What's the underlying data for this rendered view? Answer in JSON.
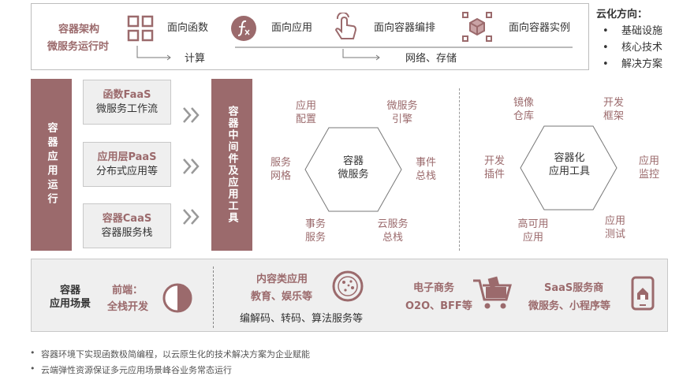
{
  "top": {
    "left_title_1": "容器架构",
    "left_title_2": "微服务运行时",
    "items": [
      "面向函数",
      "面向应用",
      "面向容器编排",
      "面向容器实例"
    ],
    "sub_compute": "计算",
    "sub_network": "网络、存储"
  },
  "cloud": {
    "title": "云化方向：",
    "items": [
      "基础设施",
      "核心技术",
      "解决方案"
    ]
  },
  "runtime": {
    "label": "容器应用运行",
    "boxes": [
      {
        "head": "函数FaaS",
        "sub": "微服务工作流"
      },
      {
        "head": "应用层PaaS",
        "sub": "分布式应用等"
      },
      {
        "head": "容器CaaS",
        "sub": "容器服务栈"
      }
    ],
    "middleware_label": "容器中间件及应用工具"
  },
  "hex1": {
    "center_1": "容器",
    "center_2": "微服务",
    "labels": [
      {
        "l1": "应用",
        "l2": "配置"
      },
      {
        "l1": "微服务",
        "l2": "引擎"
      },
      {
        "l1": "服务",
        "l2": "网格"
      },
      {
        "l1": "事件",
        "l2": "总栈"
      },
      {
        "l1": "事务",
        "l2": "服务"
      },
      {
        "l1": "云服务",
        "l2": "总栈"
      }
    ]
  },
  "hex2": {
    "center_1": "容器化",
    "center_2": "应用工具",
    "labels": [
      {
        "l1": "镜像",
        "l2": "仓库"
      },
      {
        "l1": "开发",
        "l2": "框架"
      },
      {
        "l1": "开发",
        "l2": "插件"
      },
      {
        "l1": "应用",
        "l2": "监控"
      },
      {
        "l1": "高可用",
        "l2": "应用"
      },
      {
        "l1": "应用",
        "l2": "测试"
      }
    ]
  },
  "scenes": {
    "title_1": "容器",
    "title_2": "应用场景",
    "frontend_1": "前端：",
    "frontend_2": "全栈开发",
    "content_title": "内容类应用",
    "content_sub": "教育、娱乐等",
    "content_extra": "编解码、转码、算法服务等",
    "ecom_title": "电子商务",
    "ecom_sub": "O2O、BFF等",
    "saas_title": "SaaS服务商",
    "saas_sub": "微服务、小程序等"
  },
  "notes": [
    "容器环境下实现函数极简编程，以云原生化的技术解决方案为企业赋能",
    "云端弹性资源保证多元应用场景峰谷业务常态运行"
  ],
  "colors": {
    "accent": "#9b6a6c",
    "box_fill": "#efefef",
    "line": "#888888"
  }
}
